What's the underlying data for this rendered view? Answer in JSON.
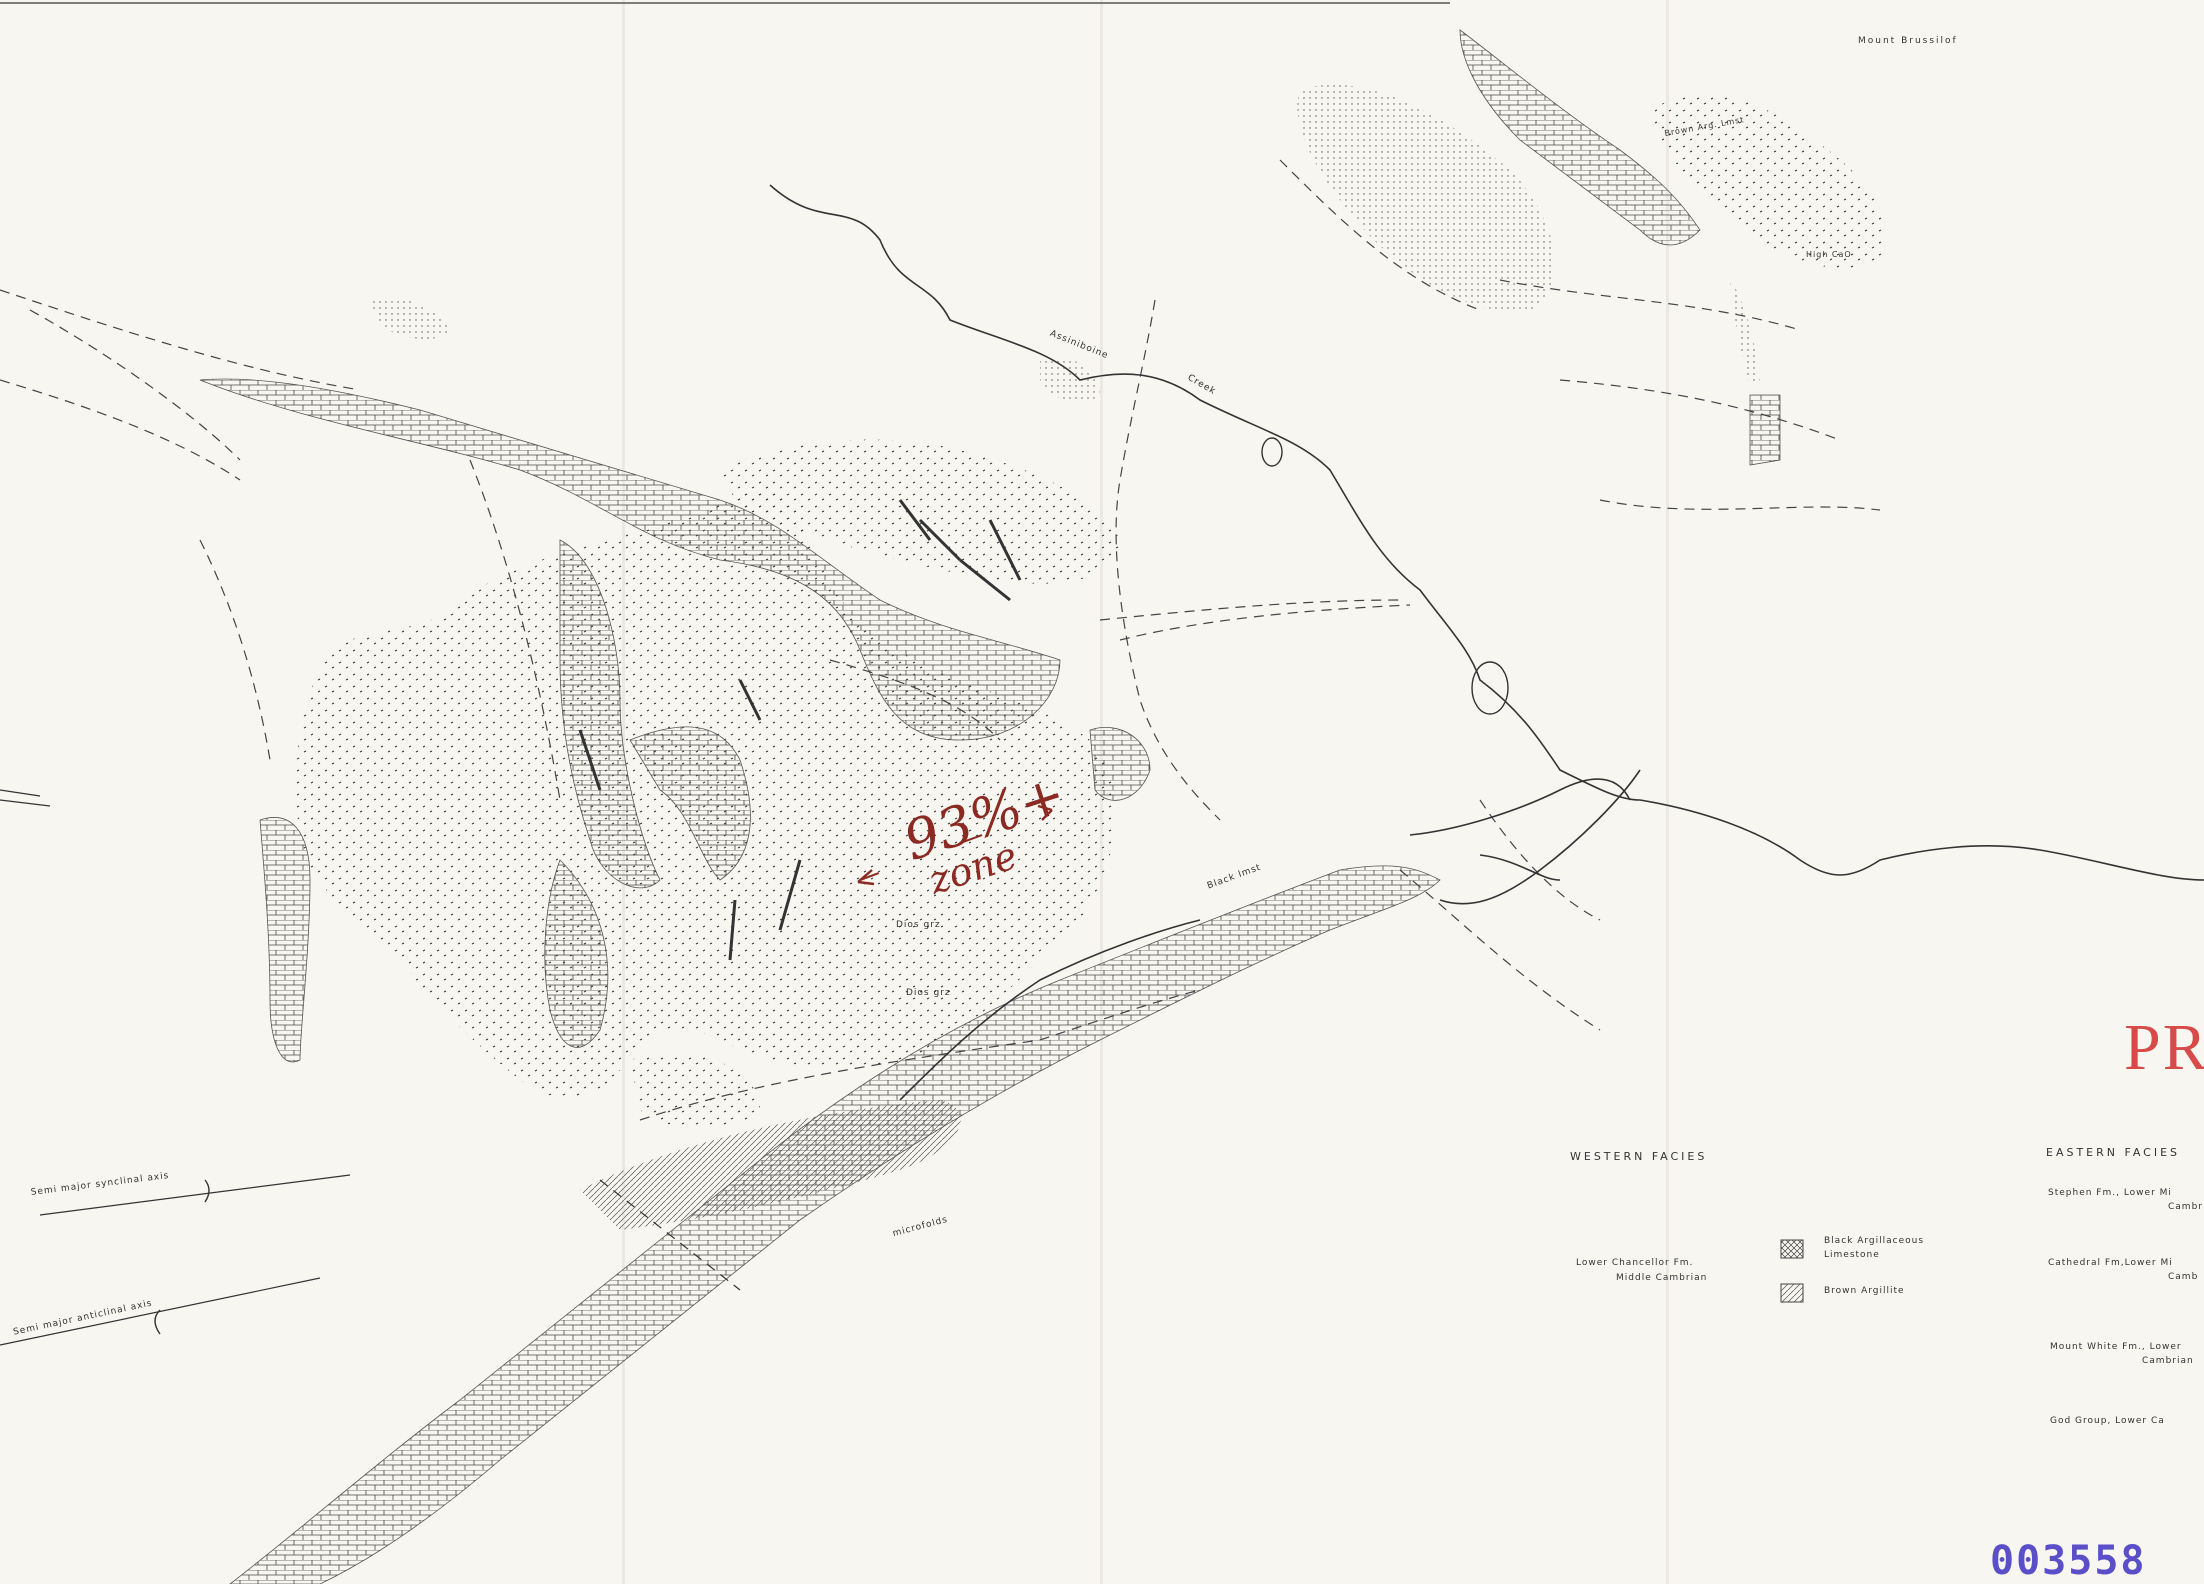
{
  "map": {
    "peak_label": "Mount Brussilof",
    "creek_label_1": "Assiniboine",
    "creek_label_2": "Creek",
    "annotation": {
      "line1": "93%+",
      "line2": "zone"
    },
    "axes": {
      "synclinal": "Semi major   synclinal   axis",
      "anticlinal": "Semi major   anticlinal   axis"
    },
    "small_labels": {
      "black_lmst": "Black lmst",
      "microfolds": "microfolds",
      "dios_1": "Dios grz",
      "dios_2": "Dios grz",
      "brown_arg": "Brown Arg. Lmst",
      "high_cao": "High CaO"
    }
  },
  "legend": {
    "western_title": "WESTERN   FACIES",
    "western_unit_1": "Lower Chancellor Fm.",
    "western_unit_2": "Middle Cambrian",
    "swatch_1_1": "Black Argillaceous",
    "swatch_1_2": "Limestone",
    "swatch_2": "Brown Argillite",
    "eastern_title": "EASTERN   FACIES",
    "eastern_1a": "Stephen Fm., Lower Mi",
    "eastern_1b": "Cambr",
    "eastern_2a": "Cathedral Fm,Lower Mi",
    "eastern_2b": "Camb",
    "eastern_3a": "Mount White Fm., Lower",
    "eastern_3b": "Cambrian",
    "eastern_4": "God Group, Lower Ca"
  },
  "stamps": {
    "title_fragment": "PRO",
    "doc_number": "003558"
  }
}
